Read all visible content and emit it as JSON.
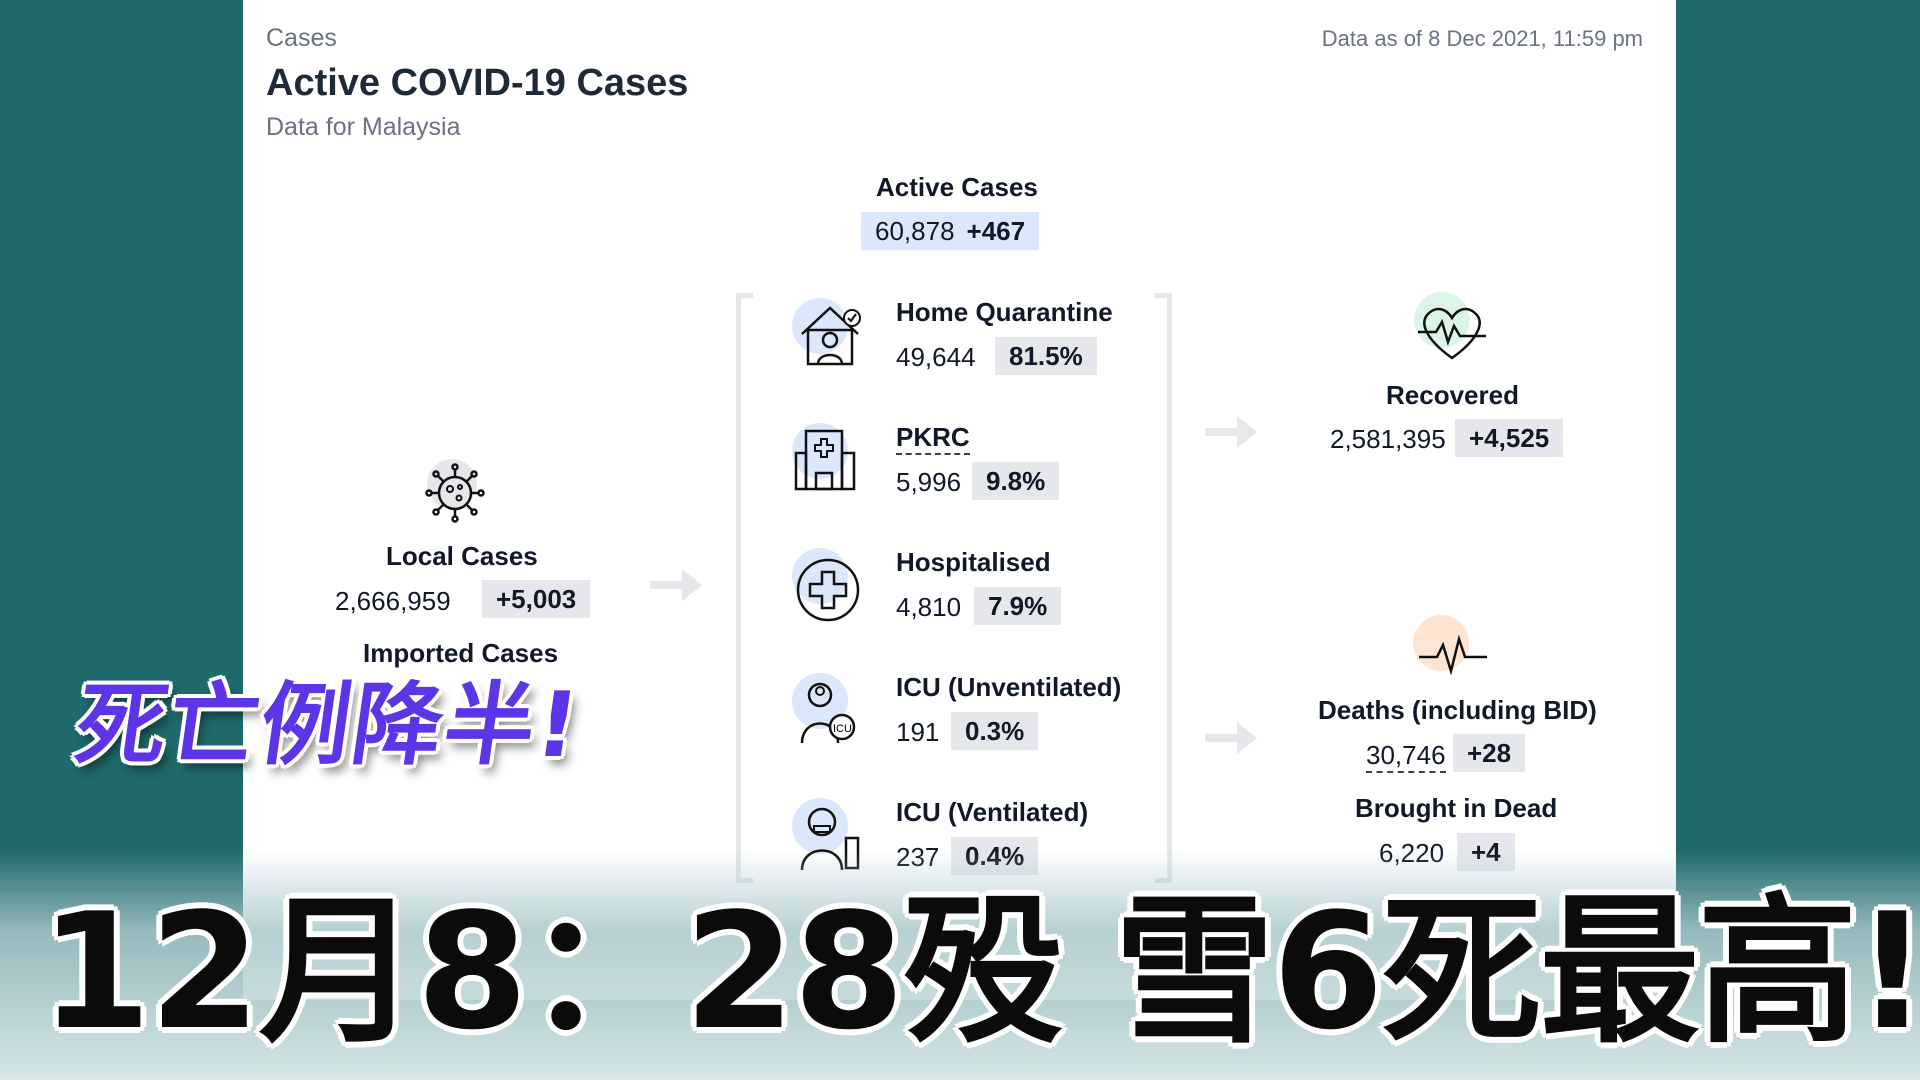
{
  "header": {
    "section": "Cases",
    "title": "Active COVID-19 Cases",
    "subtitle": "Data for Malaysia",
    "as_of": "Data as of 8 Dec 2021, 11:59 pm"
  },
  "active": {
    "label": "Active Cases",
    "value": "60,878",
    "delta": "+467"
  },
  "local": {
    "label": "Local Cases",
    "value": "2,666,959",
    "delta": "+5,003"
  },
  "imported": {
    "label": "Imported Cases"
  },
  "categories": [
    {
      "label": "Home Quarantine",
      "value": "49,644",
      "pct": "81.5%",
      "icon": "home-quarantine-icon"
    },
    {
      "label": "PKRC",
      "value": "5,996",
      "pct": "9.8%",
      "icon": "quarantine-centre-icon"
    },
    {
      "label": "Hospitalised",
      "value": "4,810",
      "pct": "7.9%",
      "icon": "hospital-cross-icon"
    },
    {
      "label": "ICU (Unventilated)",
      "value": "191",
      "pct": "0.3%",
      "icon": "icu-doctor-icon"
    },
    {
      "label": "ICU (Ventilated)",
      "value": "237",
      "pct": "0.4%",
      "icon": "ventilator-patient-icon"
    }
  ],
  "recovered": {
    "label": "Recovered",
    "value": "2,581,395",
    "delta": "+4,525"
  },
  "deaths": {
    "label": "Deaths (including BID)",
    "value": "30,746",
    "delta": "+28"
  },
  "bid": {
    "label": "Brought in Dead",
    "value": "6,220",
    "delta": "+4"
  },
  "overlay": {
    "headline_top": "死亡例降半!",
    "headline_bottom": "12月8：28殁  雪6死最高!"
  },
  "colors": {
    "background": "#1f6a6b",
    "headline_top": "#5b35e6",
    "active_chip": "#dbe8fb",
    "chip": "#e5e7eb"
  }
}
